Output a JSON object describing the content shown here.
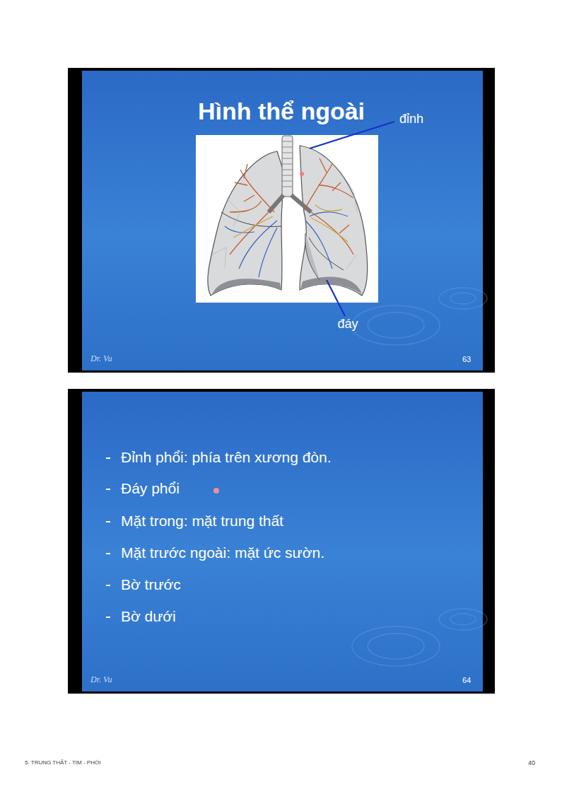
{
  "diagram": {
    "title": "Hình thể ngoài",
    "labels": [
      "đỉnh",
      "đáy",
      "Dr. Vu",
      "63",
      "Đỉnh phổi: phía trên xương đòn.",
      "Đáy phổi",
      "Mặt trong: mặt trung thất",
      "Mặt trước ngoài: mặt ức sườn.",
      "Bờ trước",
      "Bờ dưới",
      "Dr. Vu",
      "64",
      "5. TRUNG THẤT - TIM - PHỔI",
      "40"
    ]
  }
}
